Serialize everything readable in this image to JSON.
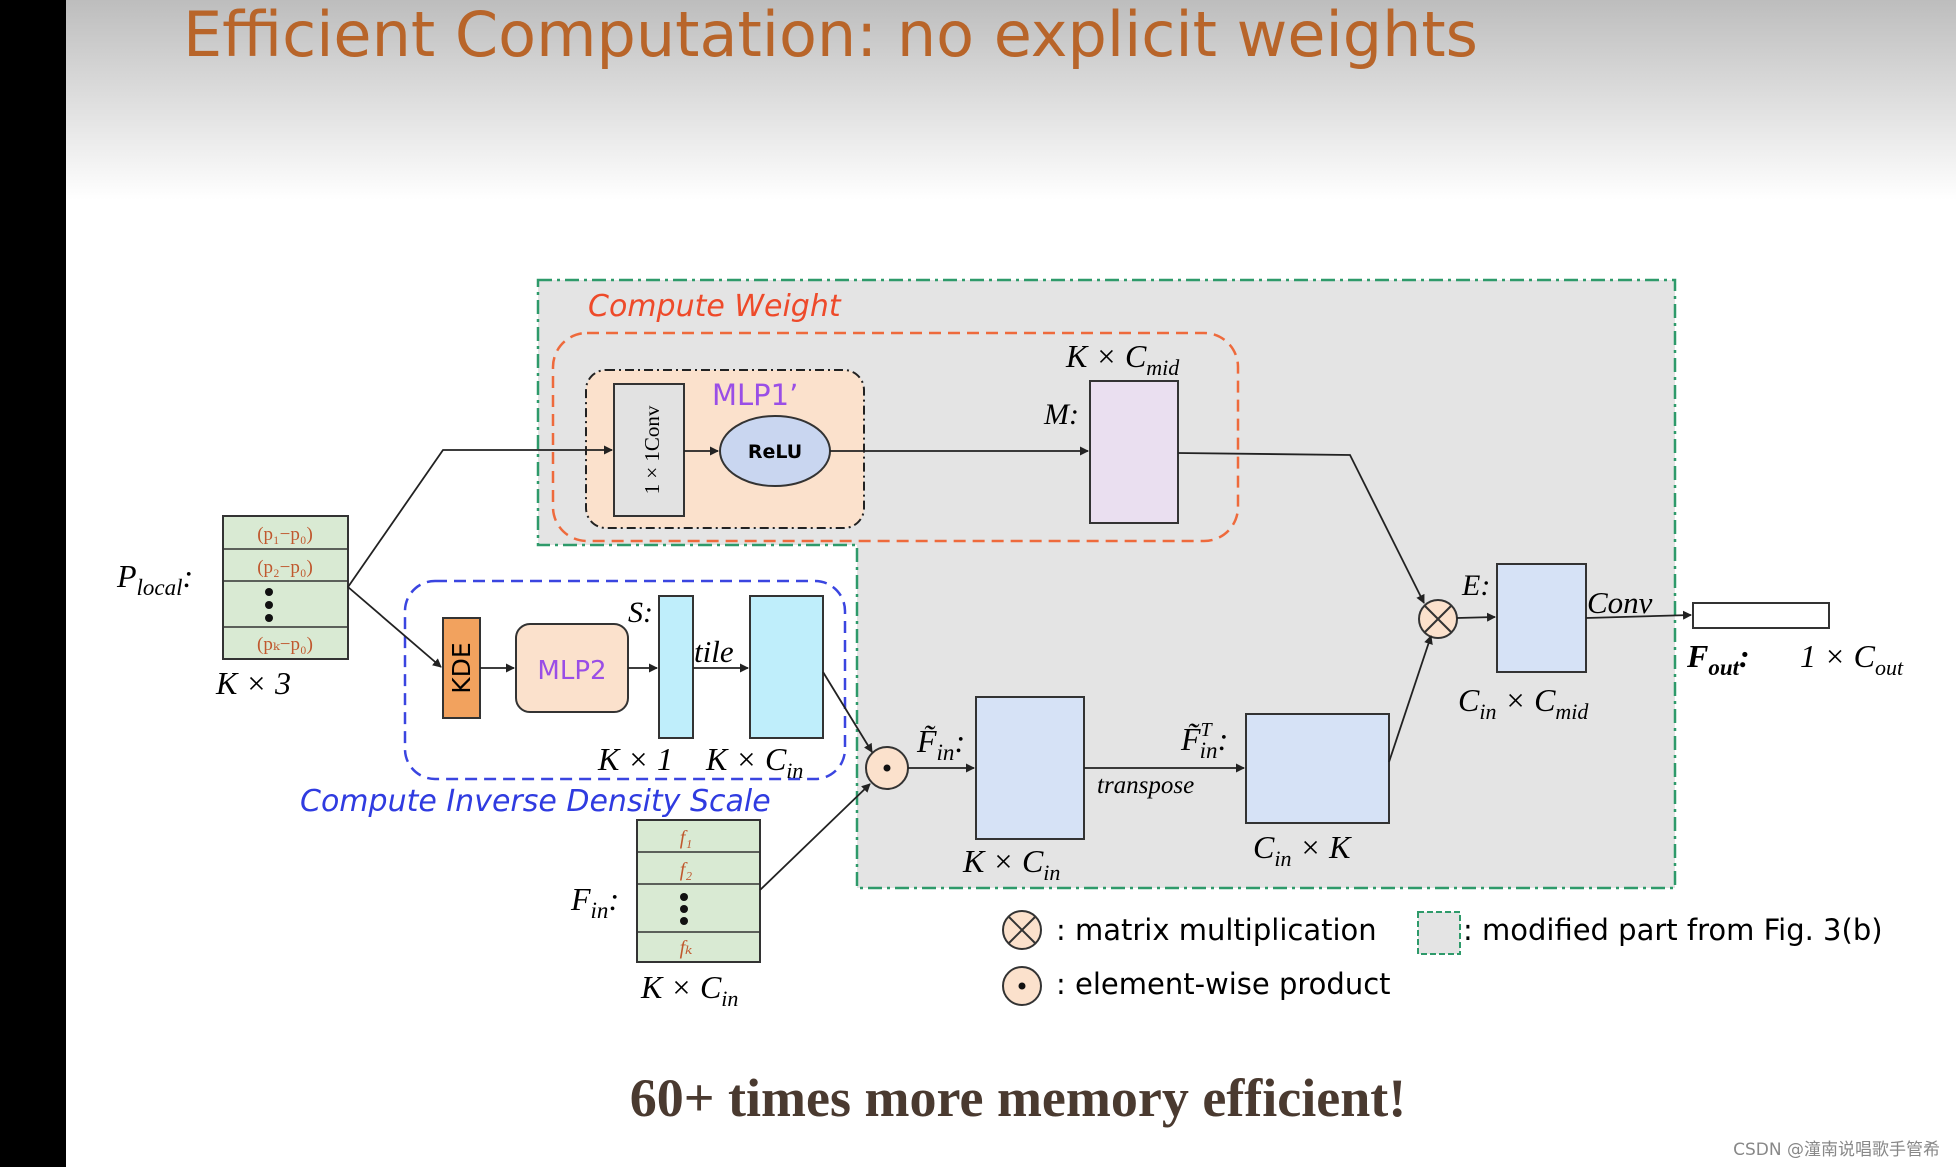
{
  "slide": {
    "title": "Efficient Computation: no explicit weights",
    "tagline": "60+ times more memory efficient!",
    "watermark": "CSDN @潼南说唱歌手管希"
  },
  "colors": {
    "title": "#b8652a",
    "modified_region": "#e4e4e4",
    "modified_border": "#2e9a6a",
    "compute_weight": "#ee6a3c",
    "compute_density": "#3a45e0",
    "mlp1_fill": "#fbe1cc",
    "relu_fill": "#c9d6f0",
    "m_fill": "#eadff0",
    "blue_box": "#d6e2f6",
    "cyan_box": "#bfeefb",
    "green_table": "#d9ead3",
    "kde_fill": "#f2a25e",
    "mlp_purple": "#9a4ee6"
  },
  "diagram": {
    "compute_weight_label": "Compute Weight",
    "compute_density_label": "Compute Inverse Density Scale",
    "conv1x1_label": "1 × 1Conv",
    "mlp1_label": "MLP1’",
    "relu_label": "ReLU",
    "kde_label": "KDE",
    "mlp2_label": "MLP2",
    "p_local": {
      "label": "P",
      "sub": "local",
      "colon": ":",
      "rows": [
        "(p₁−p₀)",
        "(p₂−p₀)",
        "(pₖ−p₀)"
      ],
      "dim": "K × 3"
    },
    "f_in": {
      "label": "F",
      "sub": "in",
      "colon": ":",
      "rows": [
        "f₁",
        "f₂",
        "fₖ"
      ],
      "dim_k": "K × ",
      "dim_c": "C",
      "dim_sub": "in"
    },
    "m": {
      "label": "M:",
      "dim_k": "K × ",
      "dim_c": "C",
      "dim_sub": "mid"
    },
    "s": {
      "label": "S:",
      "dim": "K × 1",
      "tile": "tile"
    },
    "tiled": {
      "dim_k": "K × ",
      "dim_c": "C",
      "dim_sub": "in"
    },
    "f_tilde": {
      "label": "F̃",
      "sub": "in",
      "colon": ":",
      "dim_k": "K × ",
      "dim_c": "C",
      "dim_sub": "in"
    },
    "f_tilde_t": {
      "label": "F̃",
      "sup": "T",
      "sub": "in",
      "colon": ":",
      "dim_c": "C",
      "dim_sub": "in",
      "dim_k": " × K"
    },
    "transpose": "transpose",
    "e": {
      "label": "E:",
      "dim_c": "C",
      "dim_sub": "in",
      "dim_x": " × ",
      "dim_c2": "C",
      "dim_sub2": "mid"
    },
    "conv": "Conv",
    "f_out": {
      "label": "F",
      "sub": "out",
      "colon": ":",
      "dim_pre": "1 × ",
      "dim_c": "C",
      "dim_sub": "out"
    }
  },
  "legend": {
    "matmul": ": matrix multiplication",
    "elementwise": ": element-wise product",
    "modified": ": modified part from Fig. 3(b)"
  }
}
